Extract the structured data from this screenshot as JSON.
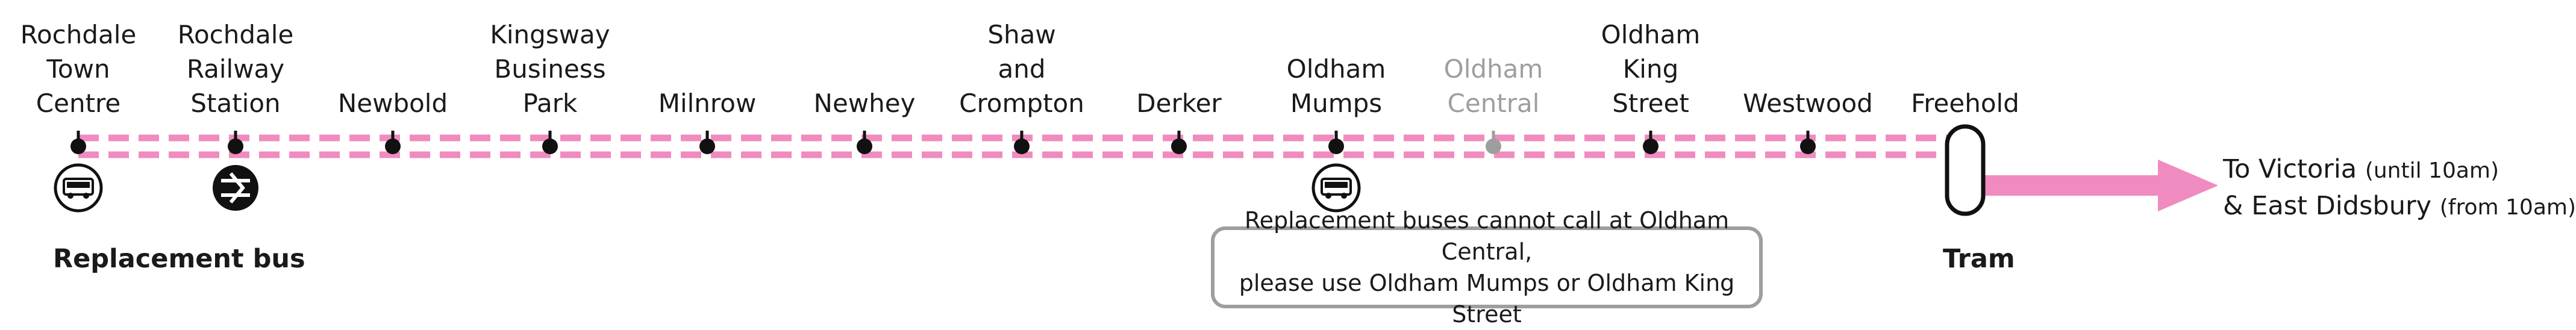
{
  "colors": {
    "line": "#f08bbf",
    "stop": "#111111",
    "stop_closed": "#9e9e9e",
    "arrow": "#f08bbf",
    "notice_border": "#9e9e9e"
  },
  "stops": [
    {
      "id": "rochdale-town-centre",
      "lines": [
        "Rochdale",
        "Town",
        "Centre"
      ],
      "closed": false,
      "icon": "bus-icon"
    },
    {
      "id": "rochdale-railway-station",
      "lines": [
        "Rochdale",
        "Railway",
        "Station"
      ],
      "closed": false,
      "icon": "national-rail-icon"
    },
    {
      "id": "newbold",
      "lines": [
        "Newbold"
      ],
      "closed": false,
      "icon": null
    },
    {
      "id": "kingsway-business-park",
      "lines": [
        "Kingsway",
        "Business",
        "Park"
      ],
      "closed": false,
      "icon": null
    },
    {
      "id": "milnrow",
      "lines": [
        "Milnrow"
      ],
      "closed": false,
      "icon": null
    },
    {
      "id": "newhey",
      "lines": [
        "Newhey"
      ],
      "closed": false,
      "icon": null
    },
    {
      "id": "shaw-and-crompton",
      "lines": [
        "Shaw",
        "and",
        "Crompton"
      ],
      "closed": false,
      "icon": null
    },
    {
      "id": "derker",
      "lines": [
        "Derker"
      ],
      "closed": false,
      "icon": null
    },
    {
      "id": "oldham-mumps",
      "lines": [
        "Oldham",
        "Mumps"
      ],
      "closed": false,
      "icon": "bus-icon"
    },
    {
      "id": "oldham-central",
      "lines": [
        "Oldham",
        "Central"
      ],
      "closed": true,
      "icon": null
    },
    {
      "id": "oldham-king-street",
      "lines": [
        "Oldham",
        "King",
        "Street"
      ],
      "closed": false,
      "icon": null
    },
    {
      "id": "westwood",
      "lines": [
        "Westwood"
      ],
      "closed": false,
      "icon": null
    },
    {
      "id": "freehold",
      "lines": [
        "Freehold"
      ],
      "closed": false,
      "icon": null,
      "interchange": true
    }
  ],
  "legend": {
    "replacement_bus": "Replacement bus",
    "tram": "Tram"
  },
  "notice": {
    "line1": "Replacement buses cannot call at Oldham Central,",
    "line2": "please use Oldham Mumps or Oldham King Street"
  },
  "destination": {
    "line1_main": "To Victoria",
    "line1_note": "(until 10am)",
    "line2_main": "& East Didsbury",
    "line2_note": "(from 10am)"
  }
}
